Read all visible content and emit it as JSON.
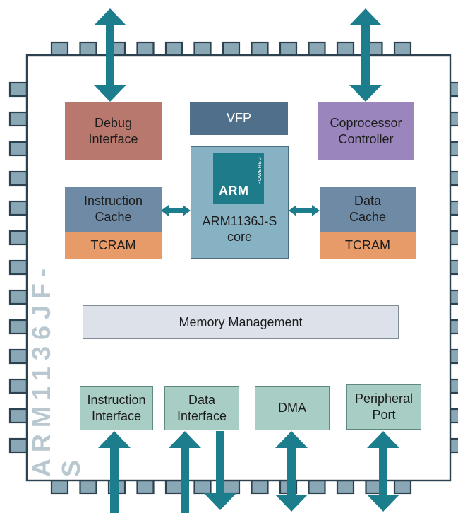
{
  "chip": {
    "name": "ARM1136JF-S"
  },
  "blocks": {
    "debug": "Debug\nInterface",
    "vfp": "VFP",
    "coprocessor": "Coprocessor\nController",
    "icache": "Instruction\nCache",
    "icache_tcram": "TCRAM",
    "dcache": "Data\nCache",
    "dcache_tcram": "TCRAM",
    "core": "ARM1136J-S\ncore",
    "mmu": "Memory Management",
    "instr_if": "Instruction\nInterface",
    "data_if": "Data\nInterface",
    "dma": "DMA",
    "periph": "Peripheral\nPort"
  },
  "logo": {
    "text": "ARM",
    "powered": "POWERED"
  },
  "colors": {
    "arrow": "#1c7d8c",
    "debug": "#b9786e",
    "vfp": "#4f6f8a",
    "coprocessor": "#9a86bc",
    "cache": "#6f8aa5",
    "tcram": "#e79b68",
    "core": "#87b2c4",
    "mmu": "#dde2ea",
    "interfaces": "#a8cdc4",
    "pin": "#8aa7b5"
  }
}
